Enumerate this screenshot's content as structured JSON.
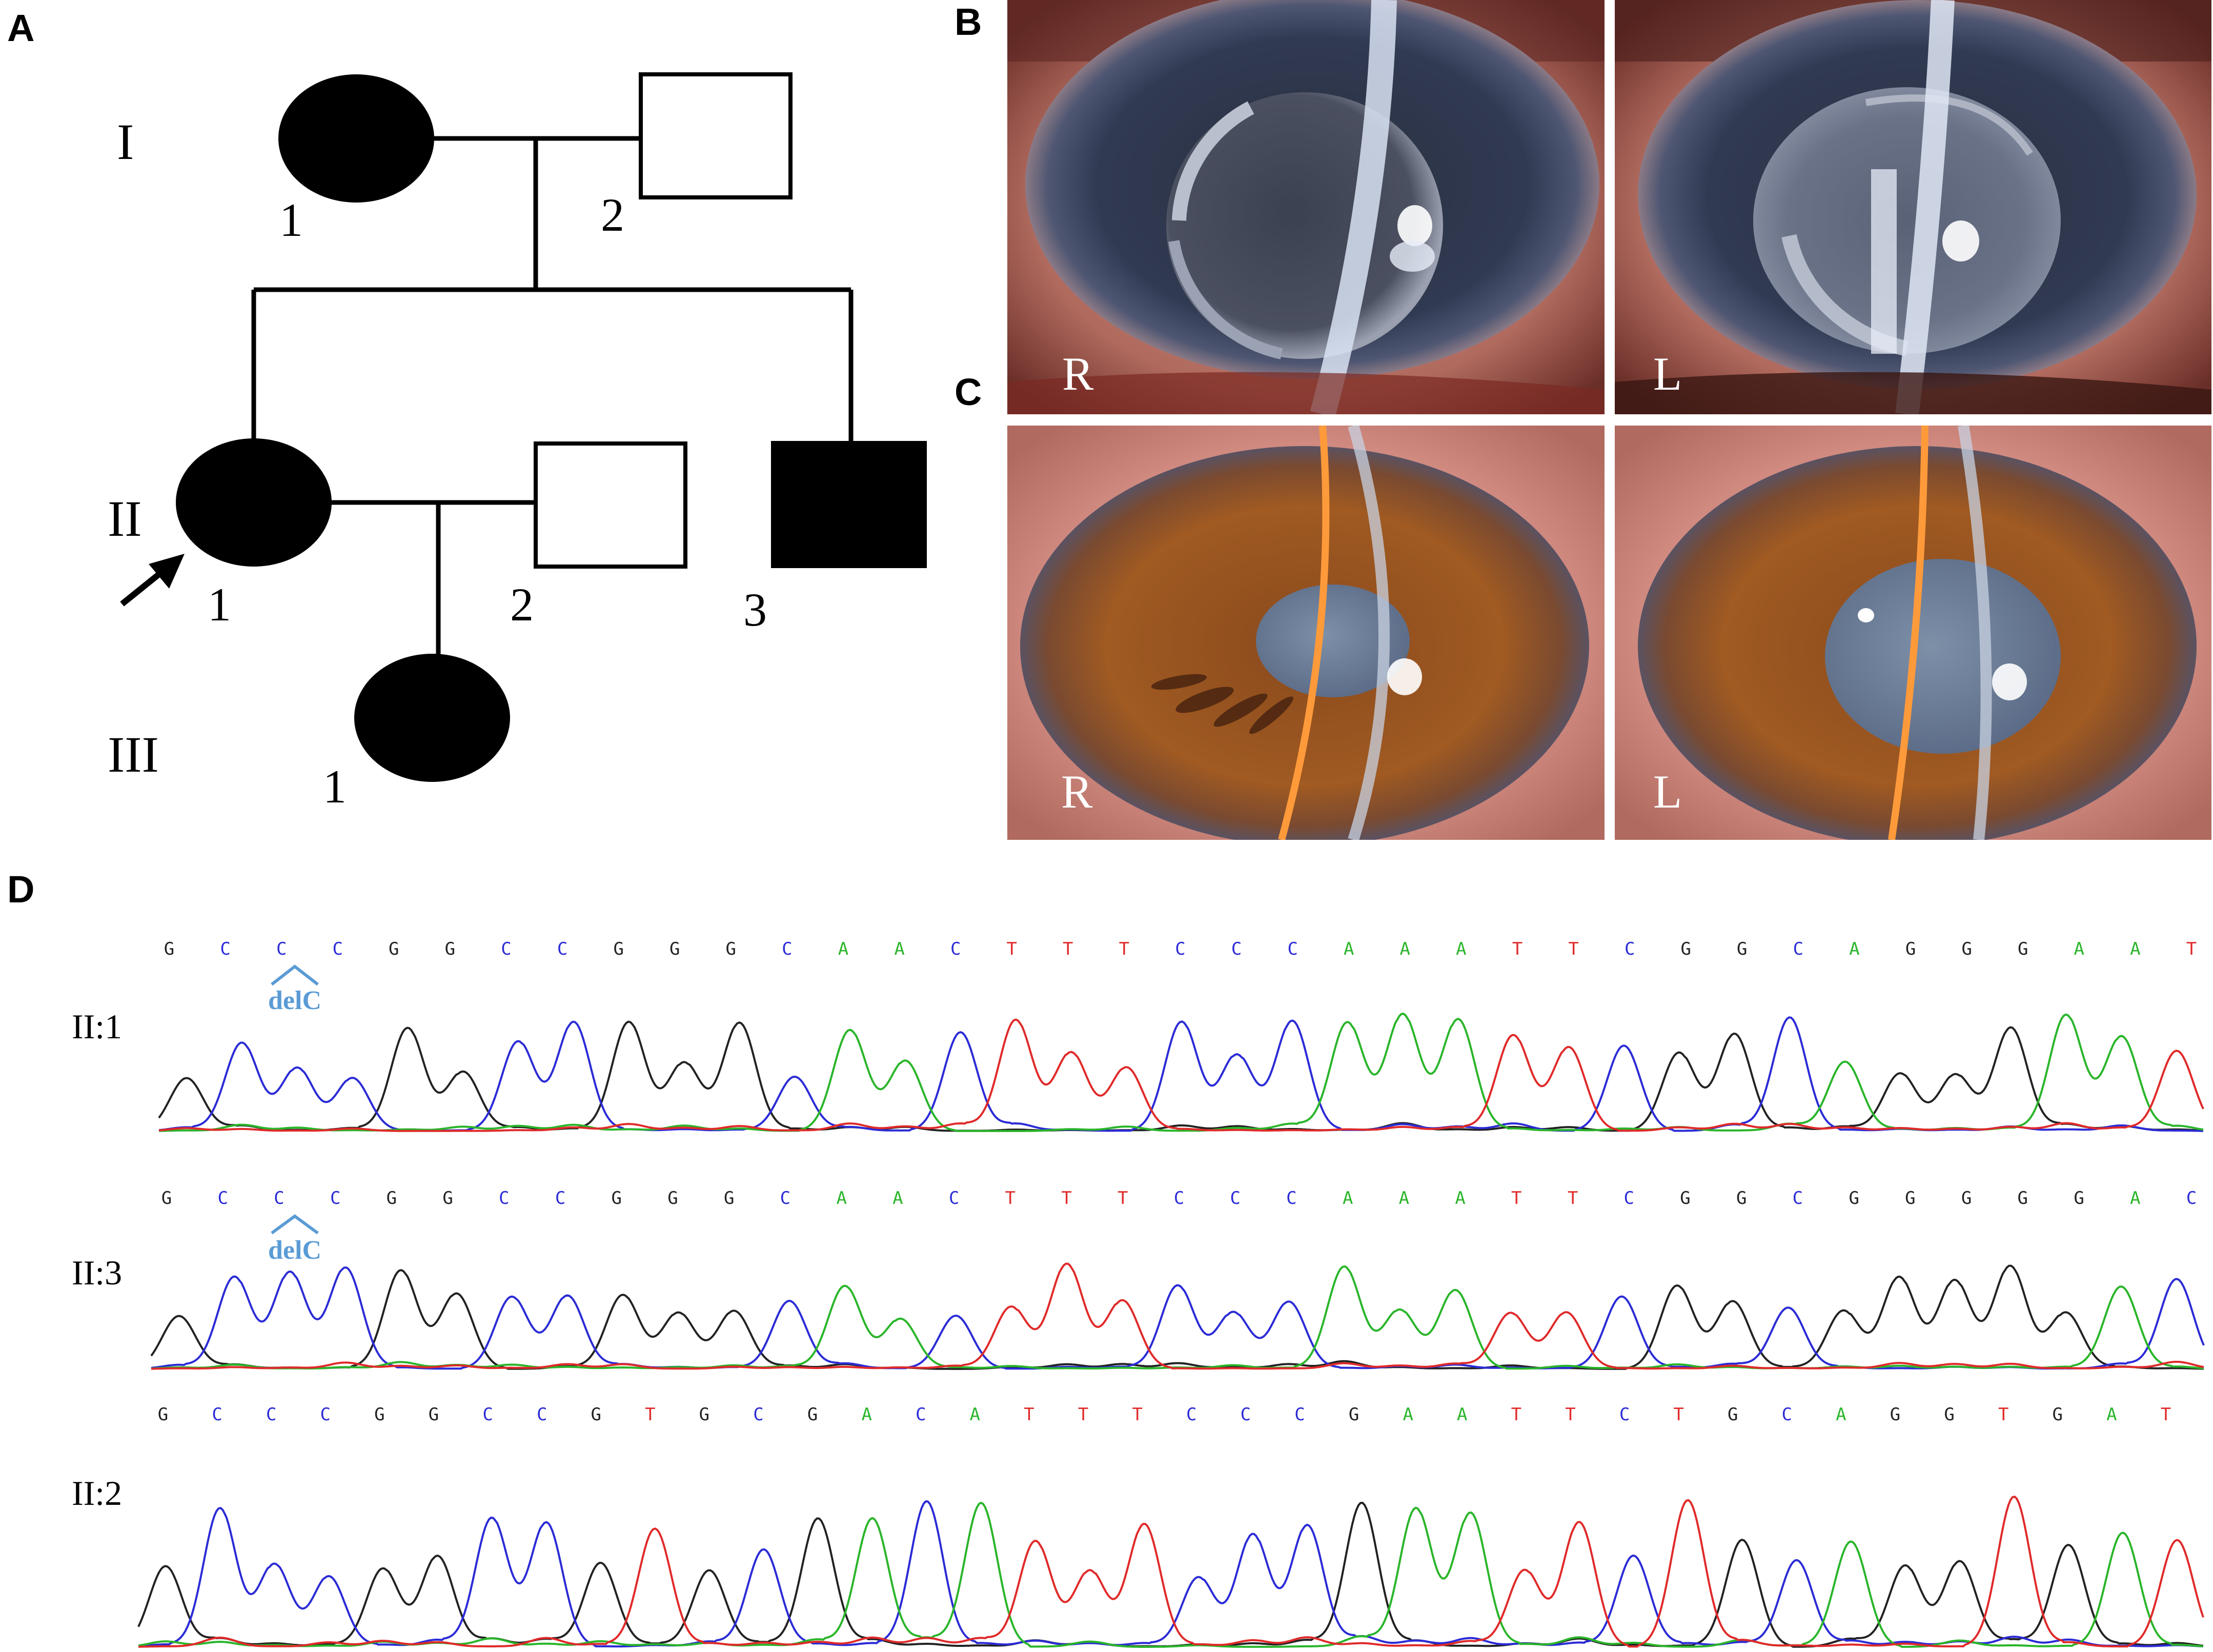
{
  "panels": {
    "a": "A",
    "b": "B",
    "c": "C",
    "d": "D"
  },
  "pedigree": {
    "generations": [
      "I",
      "II",
      "III"
    ],
    "individuals": [
      {
        "id": "I-1",
        "label": "1",
        "sex": "female",
        "affected": true
      },
      {
        "id": "I-2",
        "label": "2",
        "sex": "male",
        "affected": false
      },
      {
        "id": "II-1",
        "label": "1",
        "sex": "female",
        "affected": true,
        "proband": true
      },
      {
        "id": "II-2",
        "label": "2",
        "sex": "male",
        "affected": false
      },
      {
        "id": "II-3",
        "label": "3",
        "sex": "male",
        "affected": true
      },
      {
        "id": "III-1",
        "label": "1",
        "sex": "female",
        "affected": true
      }
    ]
  },
  "photos": {
    "b_right": "R",
    "b_left": "L",
    "c_right": "R",
    "c_left": "L"
  },
  "colors": {
    "A": "#2ab52a",
    "C": "#2b2bd6",
    "G": "#222222",
    "T": "#e02a2a",
    "annotation": "#5a9bd5"
  },
  "traces": [
    {
      "label": "II:1",
      "sequence": "GCCCGGCCGGGCAACTTTCCCAAATTCGGCAGGGAAT",
      "annotation": "delC"
    },
    {
      "label": "II:3",
      "sequence": "GCCCGGCCGGGCAACTTTCCCAAATTCGGCGGGGGAC",
      "annotation": "delC"
    },
    {
      "label": "II:2",
      "sequence": "GCCCGGCCGTGCGACATTTCCCGAATTCTGCAGGTGAT",
      "annotation": ""
    }
  ]
}
